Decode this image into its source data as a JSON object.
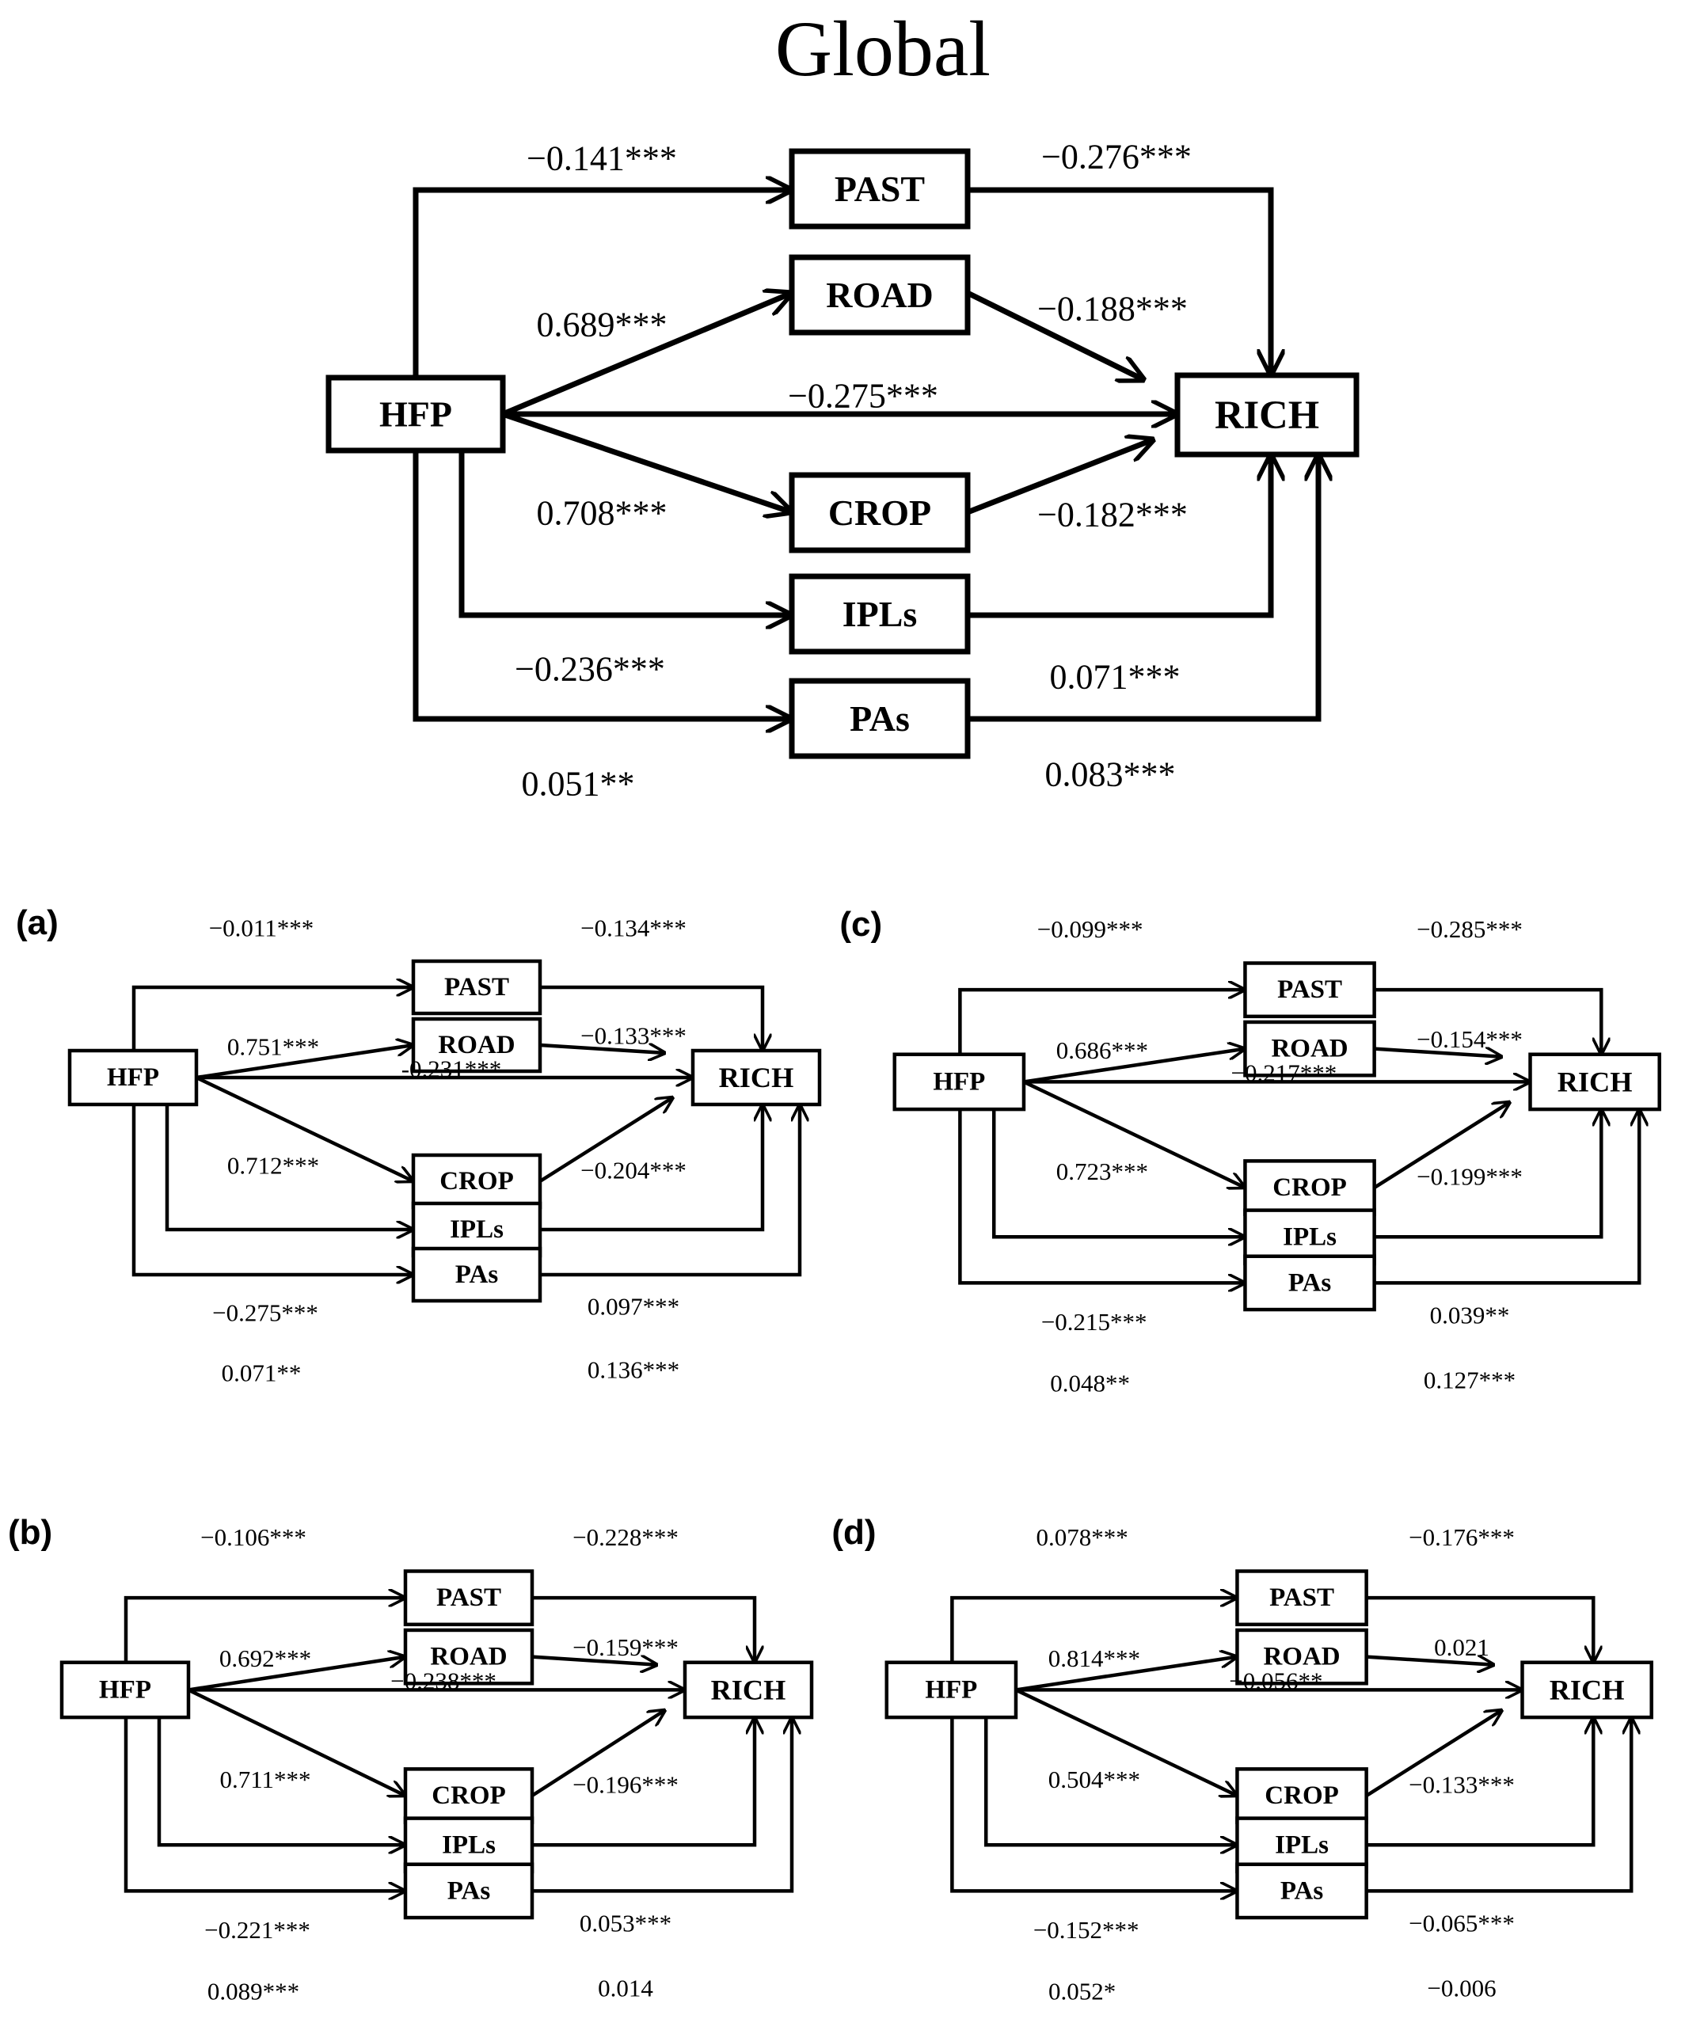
{
  "title": "Global",
  "node_labels": {
    "HFP": "HFP",
    "PAST": "PAST",
    "ROAD": "ROAD",
    "CROP": "CROP",
    "IPLs": "IPLs",
    "PAs": "PAs",
    "RICH": "RICH"
  },
  "panels": {
    "global": {
      "label": "",
      "coefficients": {
        "HFP_PAST": "−0.141***",
        "PAST_RICH": "−0.276***",
        "HFP_ROAD": "0.689***",
        "ROAD_RICH": "−0.188***",
        "HFP_RICH": "−0.275***",
        "HFP_CROP": "0.708***",
        "CROP_RICH": "−0.182***",
        "HFP_IPLs": "−0.236***",
        "IPLs_RICH": "0.071***",
        "HFP_PAs": "0.051**",
        "PAs_RICH": "0.083***"
      }
    },
    "a": {
      "label": "(a)",
      "coefficients": {
        "HFP_PAST": "−0.011***",
        "PAST_RICH": "−0.134***",
        "HFP_ROAD": "0.751***",
        "ROAD_RICH": "−0.133***",
        "HFP_RICH": "-0.231***",
        "HFP_CROP": "0.712***",
        "CROP_RICH": "−0.204***",
        "HFP_IPLs": "−0.275***",
        "IPLs_RICH": "0.097***",
        "HFP_PAs": "0.071**",
        "PAs_RICH": "0.136***"
      }
    },
    "b": {
      "label": "(b)",
      "coefficients": {
        "HFP_PAST": "−0.106***",
        "PAST_RICH": "−0.228***",
        "HFP_ROAD": "0.692***",
        "ROAD_RICH": "−0.159***",
        "HFP_RICH": "−0.238***",
        "HFP_CROP": "0.711***",
        "CROP_RICH": "−0.196***",
        "HFP_IPLs": "−0.221***",
        "IPLs_RICH": "0.053***",
        "HFP_PAs": "0.089***",
        "PAs_RICH": "0.014"
      }
    },
    "c": {
      "label": "(c)",
      "coefficients": {
        "HFP_PAST": "−0.099***",
        "PAST_RICH": "−0.285***",
        "HFP_ROAD": "0.686***",
        "ROAD_RICH": "−0.154***",
        "HFP_RICH": "−0.217***",
        "HFP_CROP": "0.723***",
        "CROP_RICH": "−0.199***",
        "HFP_IPLs": "−0.215***",
        "IPLs_RICH": "0.039**",
        "HFP_PAs": "0.048**",
        "PAs_RICH": "0.127***"
      }
    },
    "d": {
      "label": "(d)",
      "coefficients": {
        "HFP_PAST": "0.078***",
        "PAST_RICH": "−0.176***",
        "HFP_ROAD": "0.814***",
        "ROAD_RICH": "0.021",
        "HFP_RICH": "−0.056**",
        "HFP_CROP": "0.504***",
        "CROP_RICH": "−0.133***",
        "HFP_IPLs": "−0.152***",
        "IPLs_RICH": "−0.065***",
        "HFP_PAs": "0.052*",
        "PAs_RICH": "−0.006"
      }
    }
  }
}
